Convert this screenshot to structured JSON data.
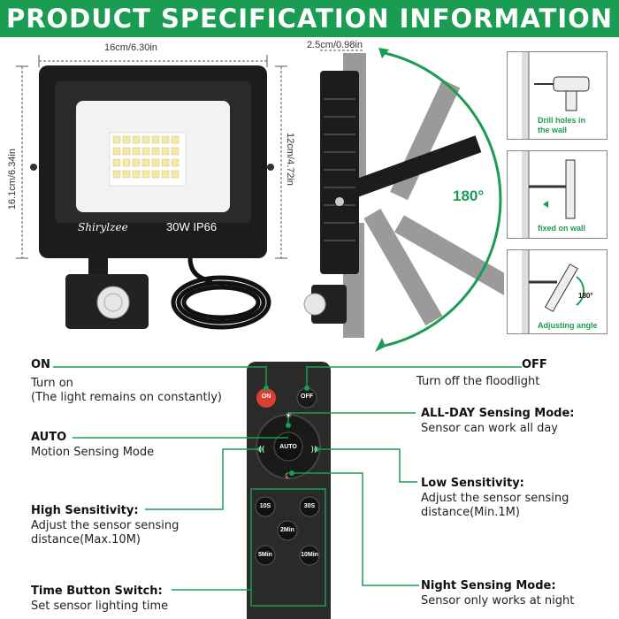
{
  "header": {
    "title": "PRODUCT SPECIFICATION INFORMATION"
  },
  "dimensions": {
    "width": "16cm/6.30in",
    "height": "16.1cm/6.34in",
    "panel_height": "12cm/4.72in",
    "depth": "2.5cm/0.98in"
  },
  "floodlight": {
    "brand": "Shirylzee",
    "spec": "30W IP66"
  },
  "rotation": {
    "angle": "180°"
  },
  "install_steps": [
    {
      "label": "Drill holes in the wall",
      "line1": "Drill holes in",
      "line2": "the wall"
    },
    {
      "label": "fixed on wall"
    },
    {
      "label": "Adjusting angle",
      "angle": "180°"
    }
  ],
  "remote": {
    "buttons": {
      "on": "ON",
      "off": "OFF",
      "auto": "AUTO",
      "t10s": "10S",
      "t30s": "30S",
      "t2min": "2Min",
      "t5min": "5Min",
      "t10min": "10Min"
    }
  },
  "features": {
    "on": {
      "title": "ON",
      "line1": "Turn on",
      "line2": "(The light remains on constantly)"
    },
    "off": {
      "title": "OFF",
      "line1": "Turn off the floodlight"
    },
    "allday": {
      "title": "ALL-DAY Sensing Mode:",
      "line1": "Sensor can work all day"
    },
    "auto": {
      "title": "AUTO",
      "line1": "Motion Sensing Mode"
    },
    "low": {
      "title": "Low Sensitivity:",
      "line1": "Adjust the sensor sensing",
      "line2": "distance(Min.1M)"
    },
    "high": {
      "title": "High Sensitivity:",
      "line1": "Adjust the sensor sensing",
      "line2": "distance(Max.10M)"
    },
    "time": {
      "title": "Time Button Switch:",
      "line1": "Set sensor lighting time"
    },
    "night": {
      "title": "Night Sensing Mode:",
      "line1": "Sensor only works at night"
    }
  },
  "colors": {
    "accent": "#1a9c52",
    "on_button": "#d8412f",
    "remote_body": "#2a2a2a"
  }
}
